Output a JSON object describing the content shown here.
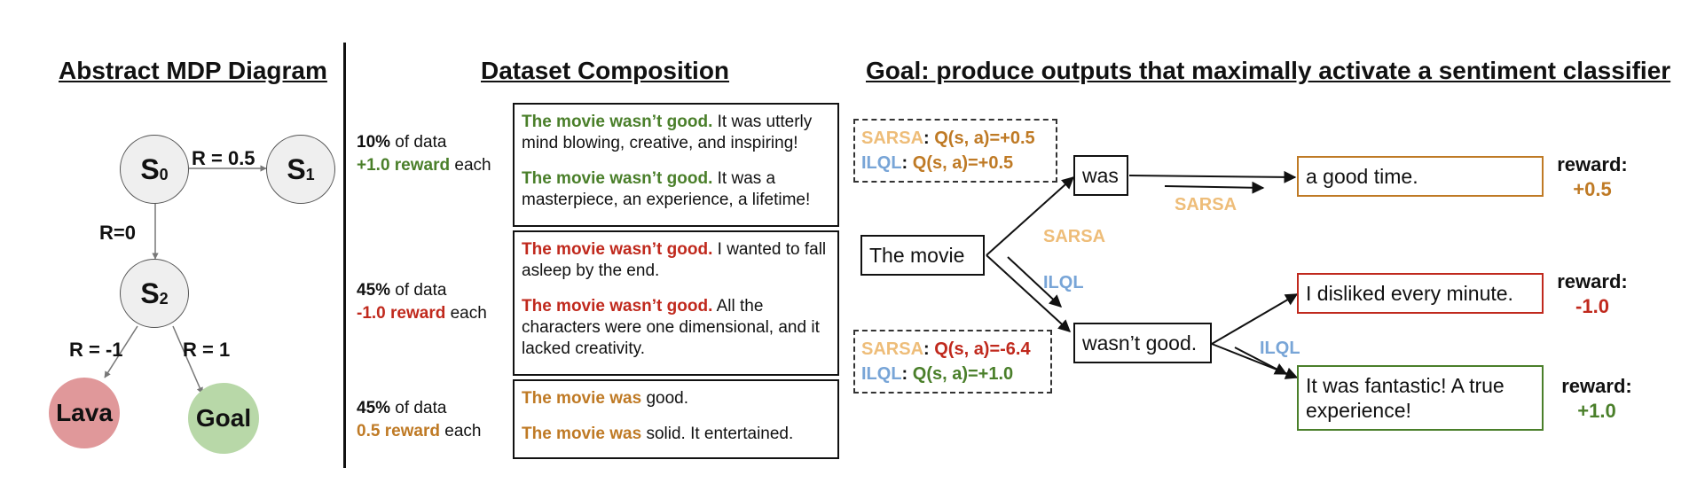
{
  "titles": {
    "mdp": "Abstract MDP Diagram",
    "dataset": "Dataset Composition",
    "goal": "Goal: produce outputs that maximally activate a sentiment classifier"
  },
  "mdp": {
    "states": [
      {
        "id": "s0",
        "label": "S",
        "sub": "0"
      },
      {
        "id": "s1",
        "label": "S",
        "sub": "1"
      },
      {
        "id": "s2",
        "label": "S",
        "sub": "2"
      }
    ],
    "terminals": {
      "lava": "Lava",
      "goal": "Goal"
    },
    "edges": {
      "s0_s1": "R = 0.5",
      "s0_s2": "R=0",
      "s2_lava": "R = -1",
      "s2_goal": "R = 1"
    },
    "colors": {
      "lava": "#e0989a",
      "goal": "#b8d8a8",
      "state": "#efefef"
    }
  },
  "dataset": {
    "groups": [
      {
        "pct": "10%",
        "pct_suffix": " of data",
        "reward": "+1.0 reward",
        "reward_suffix": " each",
        "examples": [
          {
            "lead": "The movie wasn’t good.",
            "rest": " It was utterly mind blowing, creative, and inspiring!"
          },
          {
            "lead": "The movie wasn’t good.",
            "rest": " It was a masterpiece, an experience, a lifetime!"
          }
        ]
      },
      {
        "pct": "45%",
        "pct_suffix": " of data",
        "reward": "-1.0 reward",
        "reward_suffix": " each",
        "examples": [
          {
            "lead": "The movie wasn’t good.",
            "rest": " I wanted to fall asleep by the end."
          },
          {
            "lead": "The movie wasn’t good.",
            "rest": " All the characters were one dimensional, and it lacked creativity."
          }
        ]
      },
      {
        "pct": "45%",
        "pct_suffix": " of data",
        "reward": "0.5 reward",
        "reward_suffix": " each",
        "examples": [
          {
            "lead": "The movie was",
            "rest": " good."
          },
          {
            "lead": "The movie was",
            "rest": " solid. It entertained."
          }
        ]
      }
    ]
  },
  "goal": {
    "start_token": "The movie",
    "branch_tokens": {
      "was": "was",
      "wasnt": "wasn’t good."
    },
    "q_top": {
      "sarsa": "SARSA",
      "sarsa_q": "Q(s, a)=+0.5",
      "ilql": "ILQL",
      "ilql_q": "Q(s, a)=+0.5"
    },
    "q_bottom": {
      "sarsa": "SARSA",
      "sarsa_q": "Q(s, a)=-6.4",
      "ilql": "ILQL",
      "ilql_q": "Q(s, a)=+1.0"
    },
    "arrow_labels": {
      "sarsa_top": "SARSA",
      "sarsa_mid": "SARSA",
      "ilql_mid": "ILQL",
      "ilql_bottom": "ILQL"
    },
    "outputs": [
      {
        "text": "a good time.",
        "reward_label": "reward:",
        "reward": "+0.5"
      },
      {
        "text": "I disliked every minute.",
        "reward_label": "reward:",
        "reward": "-1.0"
      },
      {
        "text": "It was fantastic! A true experience!",
        "reward_label": "reward:",
        "reward": "+1.0"
      }
    ],
    "colors": {
      "orange": "#bf7a25",
      "red": "#c0291d",
      "green": "#4a7f2a",
      "sarsa": "#eebd79",
      "ilql": "#78a5d7"
    }
  }
}
